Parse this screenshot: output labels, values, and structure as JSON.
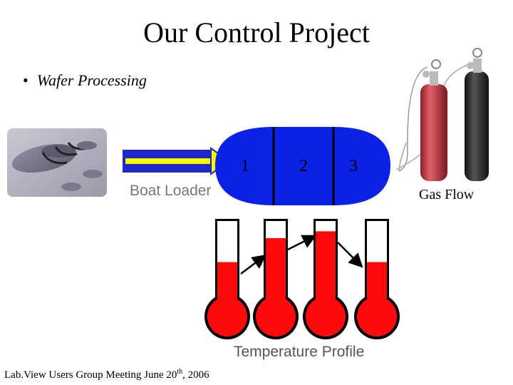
{
  "slide": {
    "title": "Our Control Project",
    "bullet": "Wafer Processing",
    "boat_loader_label": "Boat Loader",
    "zones": [
      "1",
      "2",
      "3"
    ],
    "gas_flow_label": "Gas Flow",
    "temperature_profile_label": "Temperature Profile",
    "footer": {
      "text": "Lab.View Users Group Meeting   June 20",
      "superscript": "th",
      "suffix": ", 2006"
    }
  },
  "thermometers": [
    {
      "level": 0.52
    },
    {
      "level": 0.8
    },
    {
      "level": 0.88
    },
    {
      "level": 0.52
    }
  ],
  "colors": {
    "furnace": "#0a22e6",
    "arrow": "#1c29c8",
    "arrow_core": "#f7f700",
    "mercury": "#ff0a0a",
    "cylinder_red": "#c8323c",
    "cylinder_dark": "#2a2a2a"
  }
}
